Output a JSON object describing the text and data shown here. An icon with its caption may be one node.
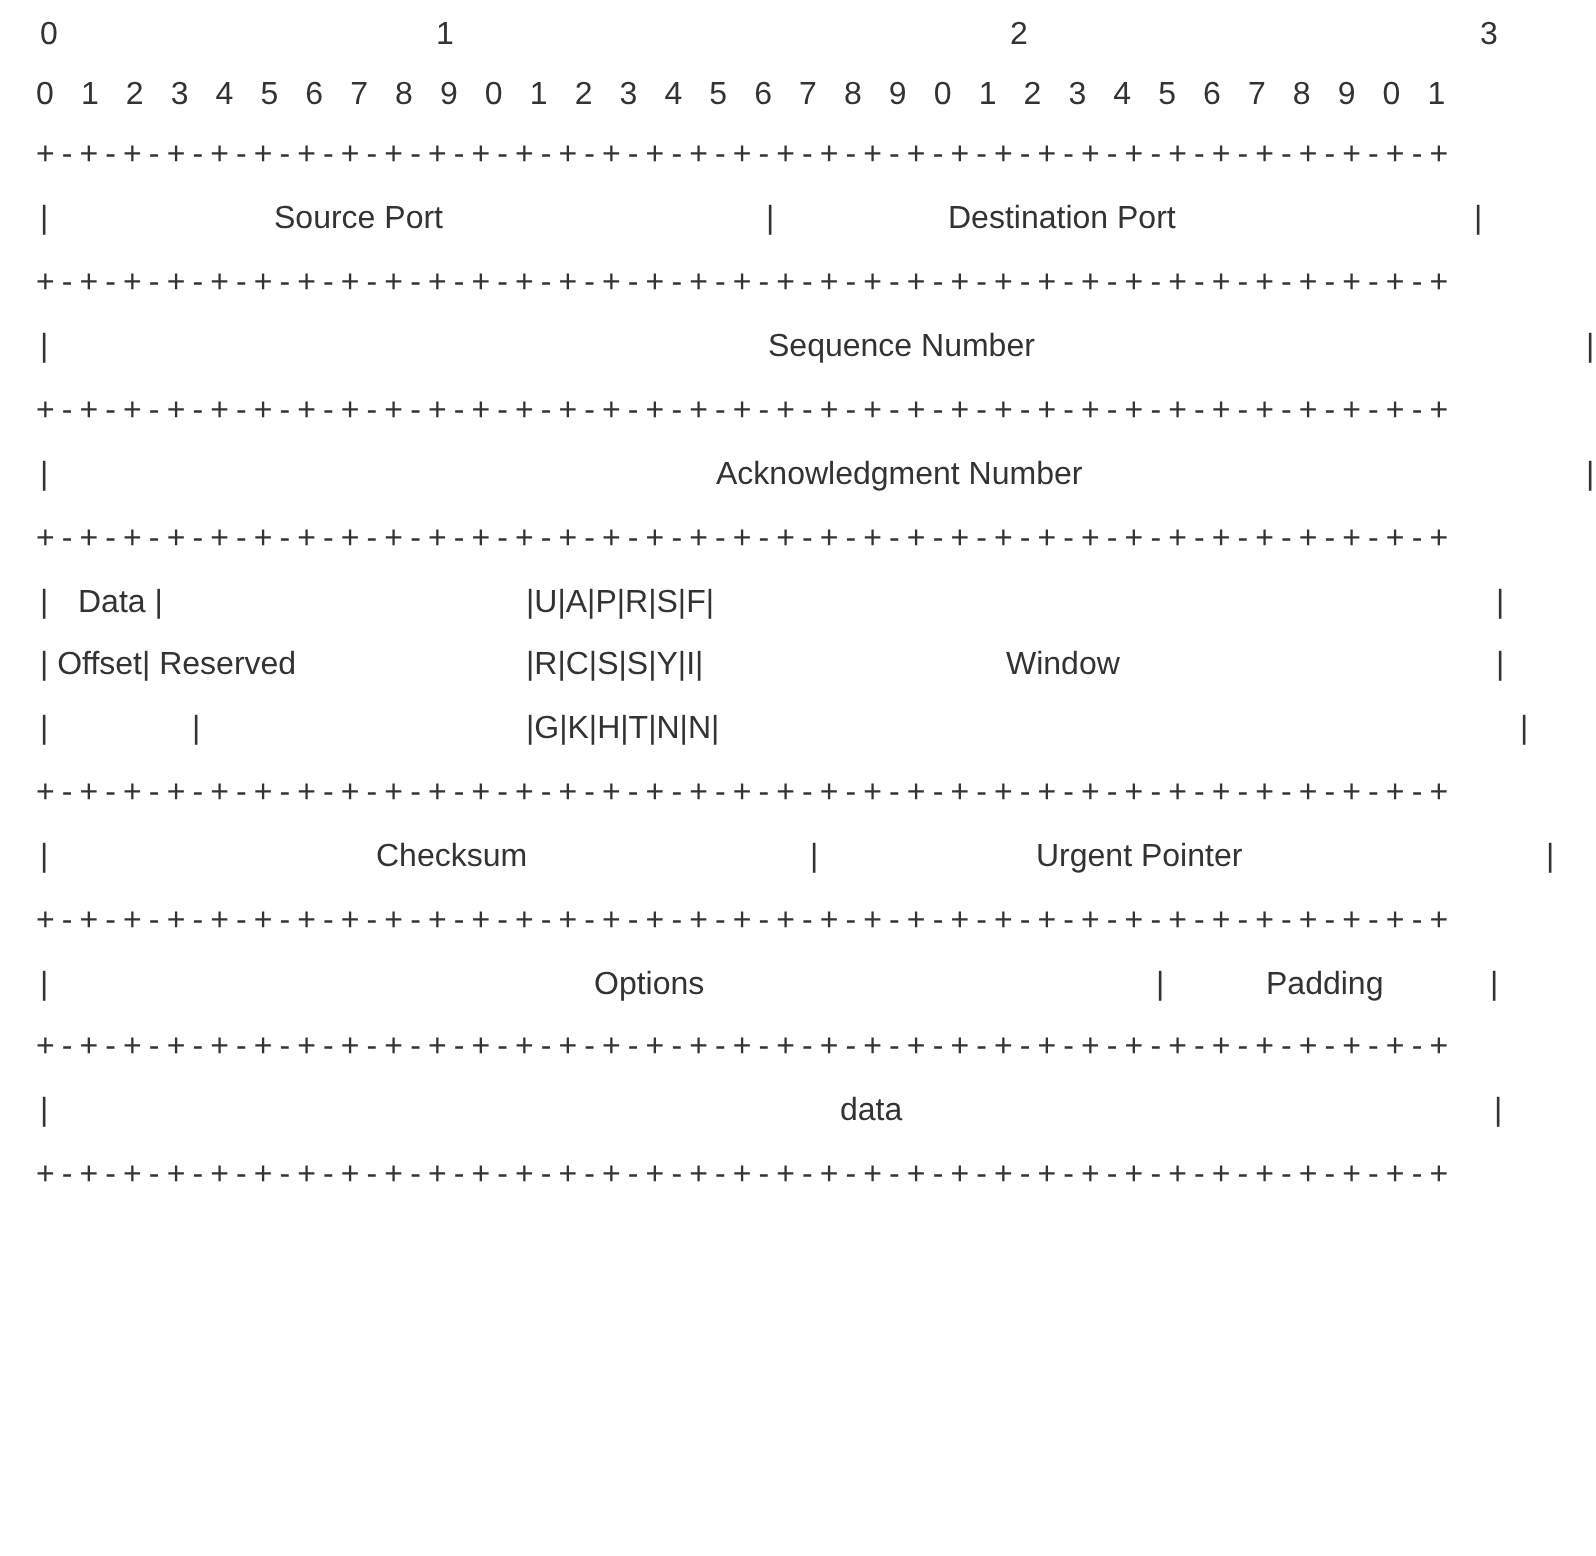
{
  "diagram": {
    "labels": [
      "0",
      "1",
      "2",
      "3",
      "0 1 2 3 4 5 6 7 8 9 0 1 2 3 4 5 6 7 8 9 0 1 2 3 4 5 6 7 8 9 0 1",
      "+-+-+-+-+-+-+-+-+-+-+-+-+-+-+-+-+-+-+-+-+-+-+-+-+-+-+-+-+-+-+-+-+",
      "|",
      "Source Port",
      "|",
      "Destination Port",
      "|",
      "+-+-+-+-+-+-+-+-+-+-+-+-+-+-+-+-+-+-+-+-+-+-+-+-+-+-+-+-+-+-+-+-+",
      "|",
      "Sequence Number",
      "|",
      "+-+-+-+-+-+-+-+-+-+-+-+-+-+-+-+-+-+-+-+-+-+-+-+-+-+-+-+-+-+-+-+-+",
      "|",
      "Acknowledgment Number",
      "|",
      "+-+-+-+-+-+-+-+-+-+-+-+-+-+-+-+-+-+-+-+-+-+-+-+-+-+-+-+-+-+-+-+-+",
      "|",
      "Data |",
      "|U|A|P|R|S|F|",
      "|",
      "| Offset| Reserved",
      "|R|C|S|S|Y|I|",
      "Window",
      "|",
      "|",
      "|",
      "|G|K|H|T|N|N|",
      "|",
      "+-+-+-+-+-+-+-+-+-+-+-+-+-+-+-+-+-+-+-+-+-+-+-+-+-+-+-+-+-+-+-+-+",
      "|",
      "Checksum",
      "|",
      "Urgent Pointer",
      "|",
      "+-+-+-+-+-+-+-+-+-+-+-+-+-+-+-+-+-+-+-+-+-+-+-+-+-+-+-+-+-+-+-+-+",
      "|",
      "Options",
      "|",
      "Padding",
      "|",
      "+-+-+-+-+-+-+-+-+-+-+-+-+-+-+-+-+-+-+-+-+-+-+-+-+-+-+-+-+-+-+-+-+",
      "|",
      "data",
      "|",
      "+-+-+-+-+-+-+-+-+-+-+-+-+-+-+-+-+-+-+-+-+-+-+-+-+-+-+-+-+-+-+-+-+"
    ]
  }
}
